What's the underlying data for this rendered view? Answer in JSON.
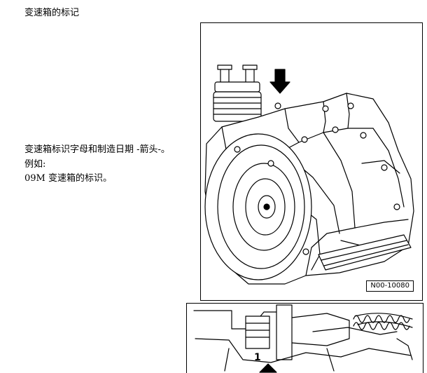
{
  "document": {
    "title": "变速箱的标记",
    "description_line1": "变速箱标识字母和制造日期 -箭头-。",
    "description_line2": "例如:",
    "description_line3": "09M 变速箱的标识。"
  },
  "figure_1": {
    "code": "N00-10080",
    "subject": "transmission-drawing",
    "arrow": "down-arrow-icon"
  },
  "figure_2": {
    "callout": "1",
    "subject": "transmission-detail-drawing",
    "arrow": "up-arrow-icon"
  }
}
